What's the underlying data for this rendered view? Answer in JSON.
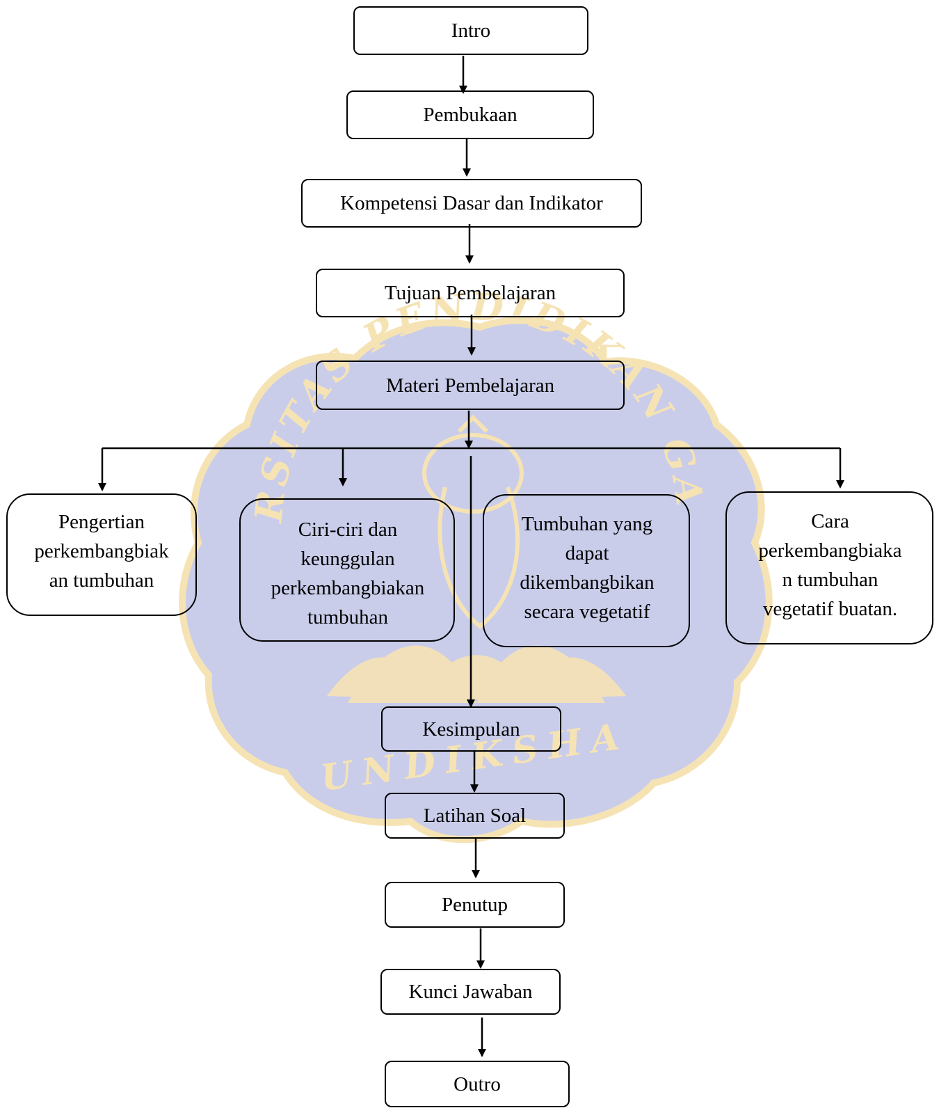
{
  "flowchart": {
    "intro": "Intro",
    "pembukaan": "Pembukaan",
    "kompetensi": "Kompetensi Dasar dan Indikator",
    "tujuan": "Tujuan Pembelajaran",
    "materi": "Materi Pembelajaran",
    "branches": [
      "Pengertian\nperkembangbiak\nan tumbuhan",
      "Ciri-ciri dan\nkeunggulan\nperkembangbiakan\ntumbuhan",
      "Tumbuhan yang\ndapat\ndikembangbikan\nsecara vegetatif",
      "Cara\nperkembangbiaka\nn tumbuhan\nvegetatif buatan."
    ],
    "kesimpulan": "Kesimpulan",
    "latihan": "Latihan Soal",
    "penutup": "Penutup",
    "kunci": "Kunci Jawaban",
    "outro": "Outro"
  },
  "watermark": {
    "top_text": "UNIVERSITAS PENDIDIKAN GANESHA",
    "bottom_text": "UNDIKSHA",
    "colors": {
      "blue": "#c9cdea",
      "gold": "#f6e3b4"
    }
  }
}
